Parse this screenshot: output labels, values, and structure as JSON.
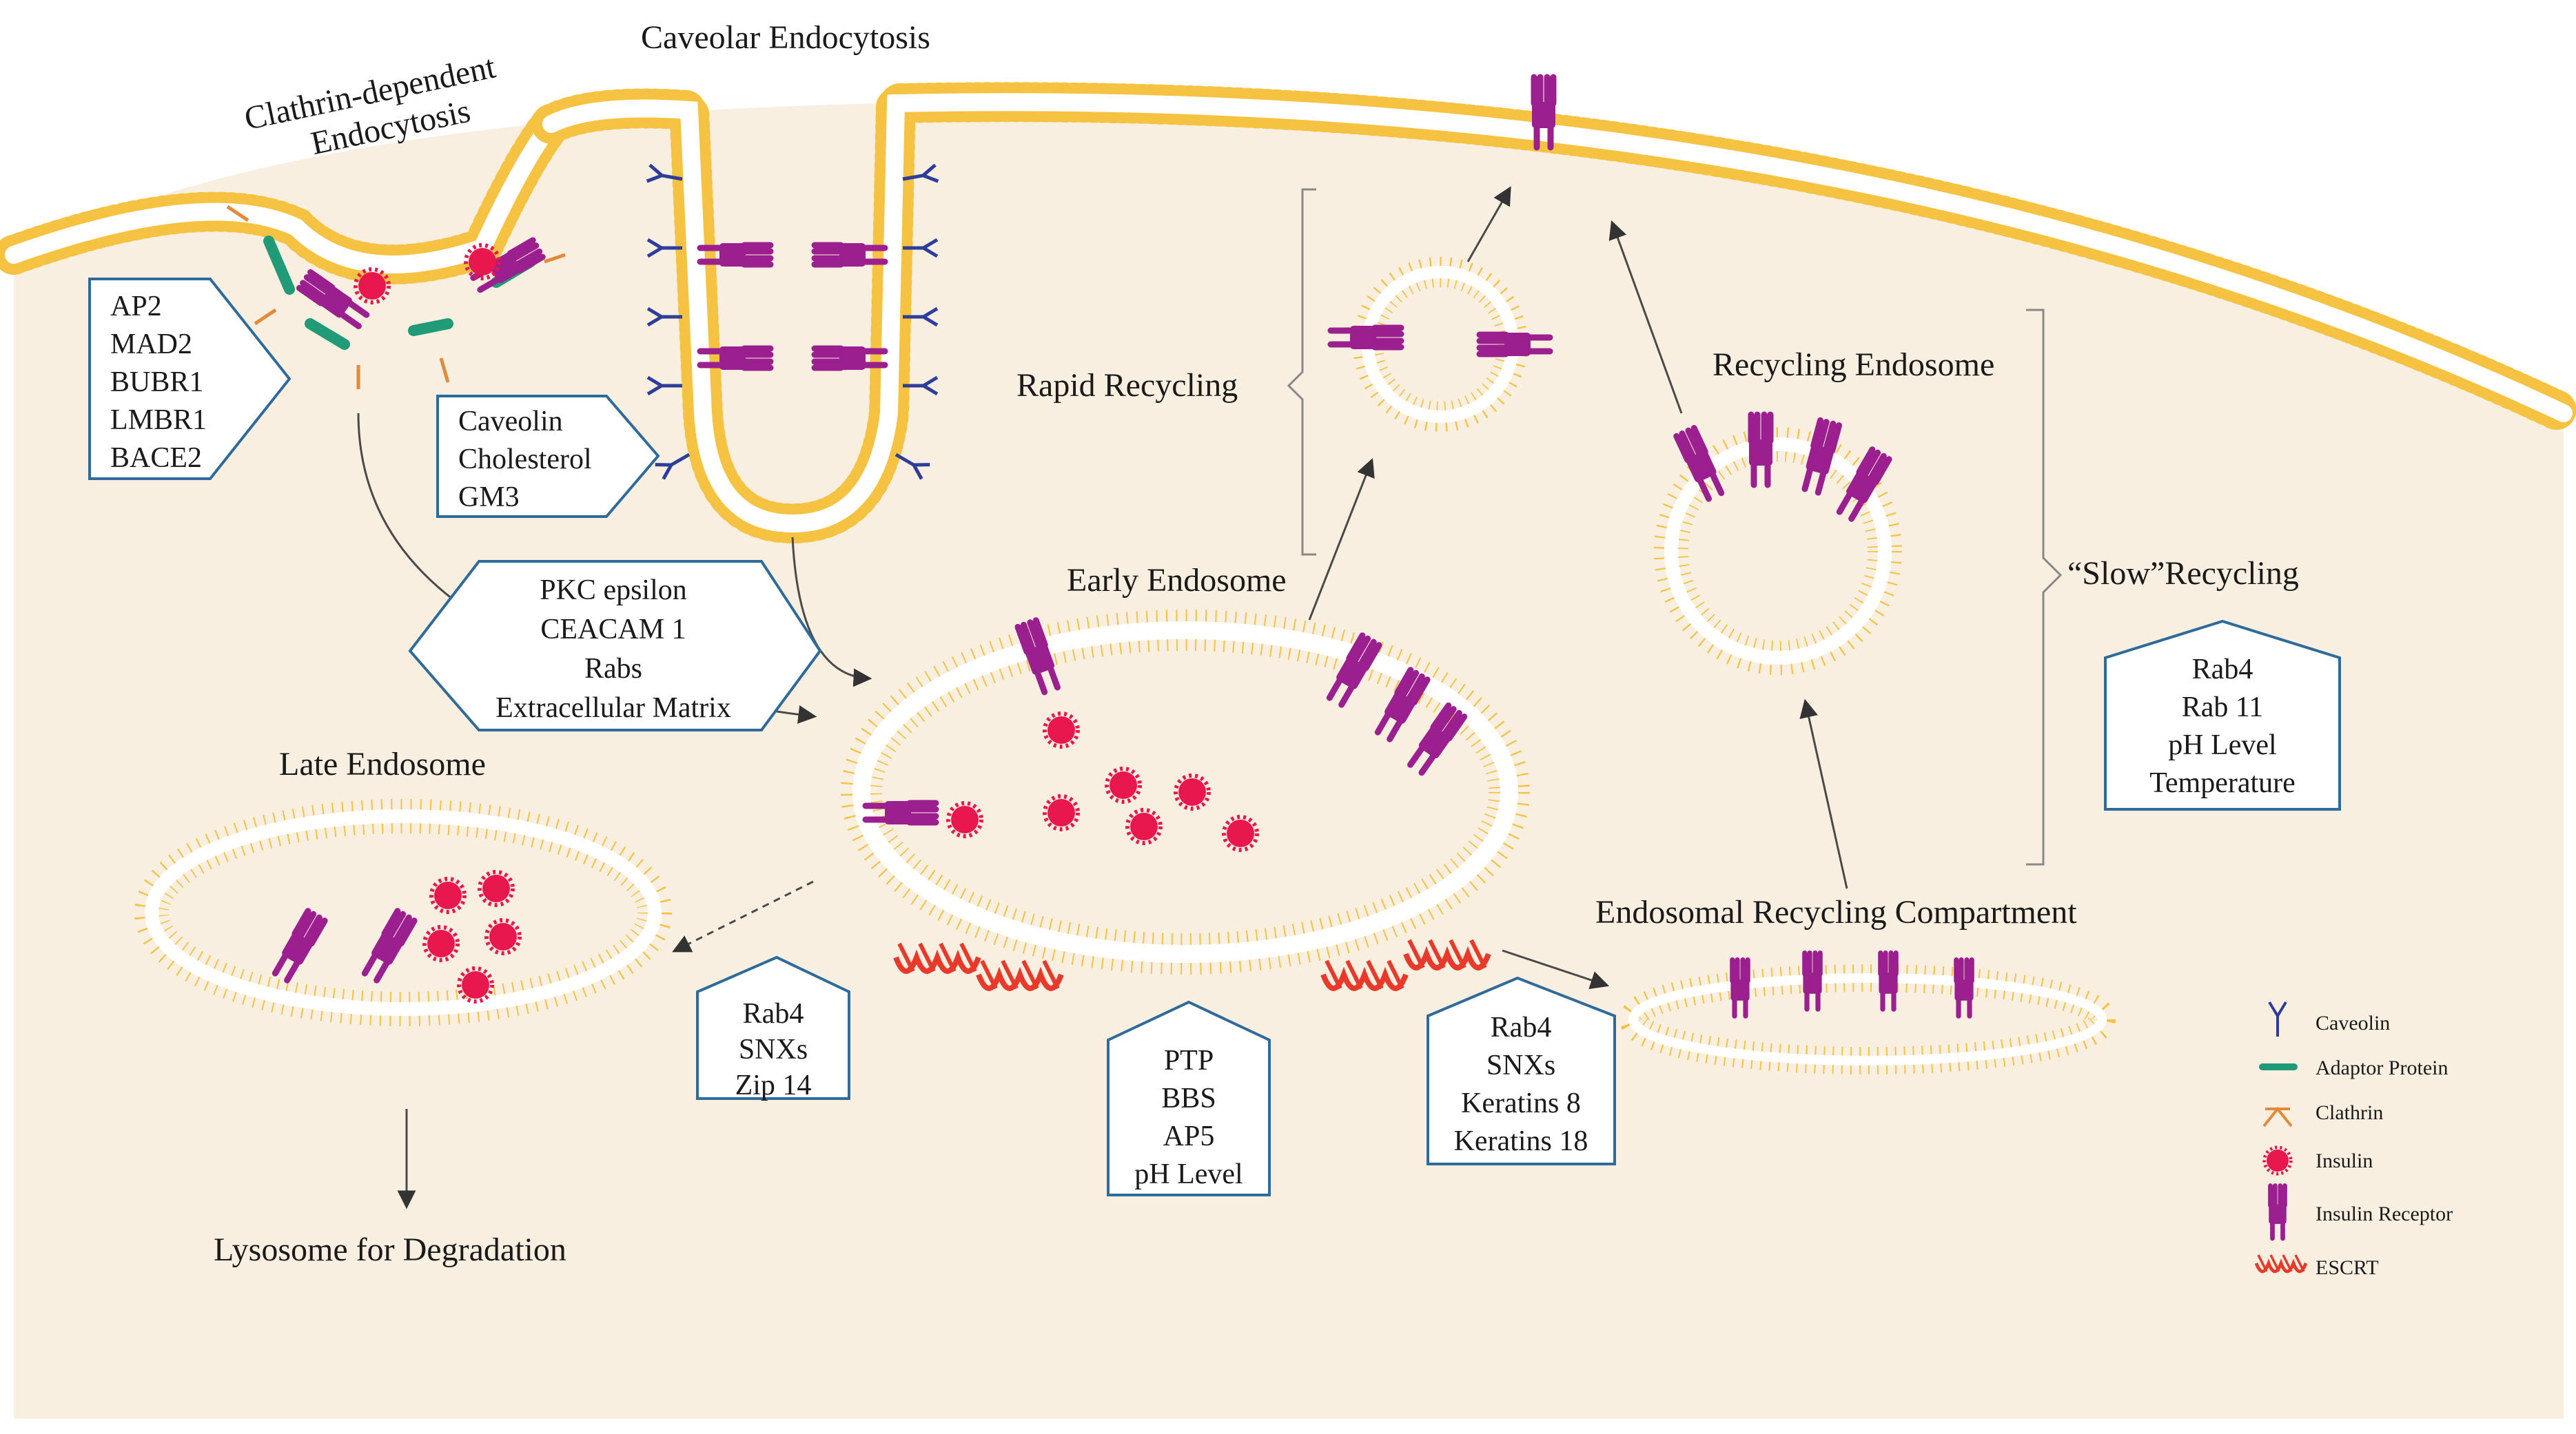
{
  "labels": {
    "clathrin_title_1": "Clathrin-dependent",
    "clathrin_title_2": "Endocytosis",
    "caveolar_title": "Caveolar Endocytosis",
    "rapid_recycling": "Rapid Recycling",
    "recycling_endosome": "Recycling Endosome",
    "early_endosome": "Early Endosome",
    "slow_recycling": "“Slow”Recycling",
    "late_endosome": "Late Endosome",
    "erc": "Endosomal Recycling Compartment",
    "lysosome": "Lysosome for Degradation"
  },
  "boxes": {
    "clathrin_factors": [
      "AP2",
      "MAD2",
      "BUBR1",
      "LMBR1",
      "BACE2"
    ],
    "caveolar_factors": [
      "Caveolin",
      "Cholesterol",
      "GM3"
    ],
    "entry_factors": [
      "PKC epsilon",
      "CEACAM 1",
      "Rabs",
      "Extracellular Matrix"
    ],
    "late_factors": [
      "Rab4",
      "SNXs",
      "Zip 14"
    ],
    "early_factors": [
      "PTP",
      "BBS",
      "AP5",
      "pH Level"
    ],
    "erc_factors": [
      "Rab4",
      "SNXs",
      "Keratins 8",
      "Keratins 18"
    ],
    "slow_factors": [
      "Rab4",
      "Rab 11",
      "pH Level",
      "Temperature"
    ]
  },
  "legend": [
    {
      "icon": "caveolin-icon",
      "label": "Caveolin"
    },
    {
      "icon": "adaptor-protein-icon",
      "label": "Adaptor Protein"
    },
    {
      "icon": "clathrin-icon",
      "label": "Clathrin"
    },
    {
      "icon": "insulin-icon",
      "label": "Insulin"
    },
    {
      "icon": "insulin-receptor-icon",
      "label": "Insulin Receptor"
    },
    {
      "icon": "escrt-icon",
      "label": "ESCRT"
    }
  ],
  "colors": {
    "cytoplasm": "#f8efe1",
    "membrane": "#f5c242",
    "receptor": "#9b1f8e",
    "insulin": "#e8174d",
    "adaptor": "#1f9c77",
    "clathrin": "#e28a3a",
    "caveolin": "#2c3e99",
    "escrt": "#e8392b",
    "box_border": "#2f6b9a"
  }
}
